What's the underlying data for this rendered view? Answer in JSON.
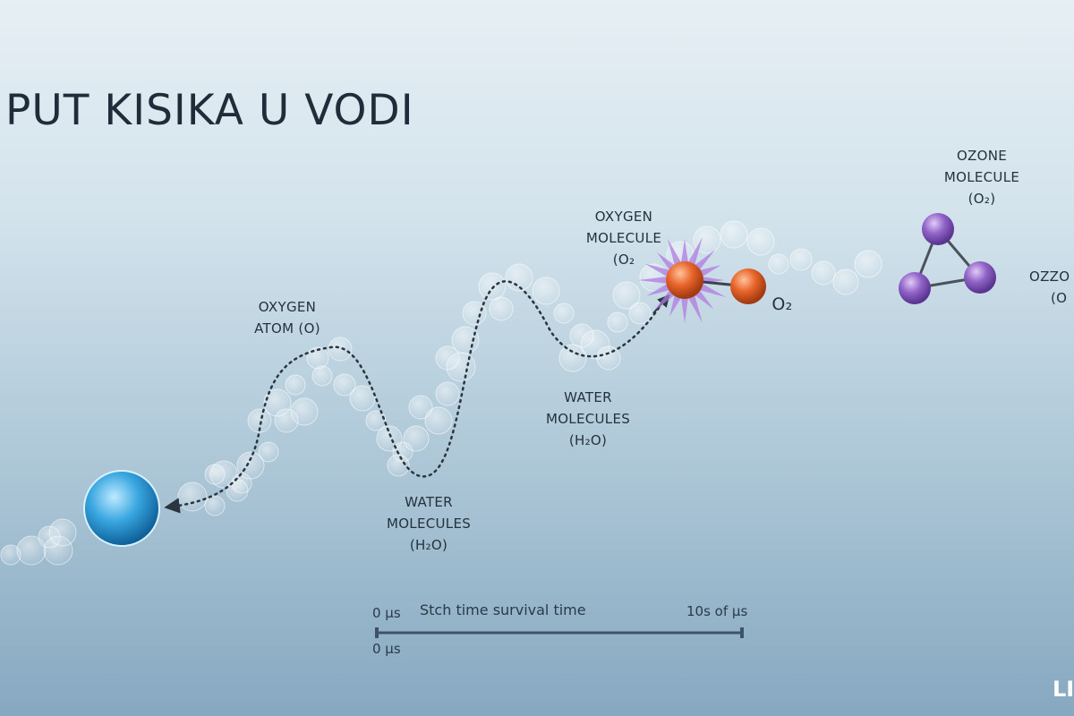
{
  "title": "PUT KISIKA U VODI",
  "labels": {
    "oxygen_atom": [
      "OXYGEN",
      "ATOM (O)"
    ],
    "water1": [
      "WATER",
      "MOLECULES",
      "(H₂O)"
    ],
    "water2": [
      "WATER",
      "MOLECULES",
      "(H₂O)"
    ],
    "oxygen_molecule": [
      "OXYGEN",
      "MOLECULE",
      "(O₂"
    ],
    "o2": "O₂",
    "ozone": [
      "OZONE",
      "MOLECULE",
      "(O₂)"
    ],
    "ozone_cut": [
      "OZZO",
      "(O"
    ]
  },
  "timeline": {
    "start_top": "0 µs",
    "caption": "Stch time survival time",
    "end": "10s of µs",
    "start_bottom": "0 µs"
  },
  "logo": "LI",
  "colors": {
    "oxygen_atom": "#3fa9e0",
    "oxygen_molecule": "#e0622a",
    "ozone": "#8b5cc0",
    "glow": "#b07ae0"
  }
}
